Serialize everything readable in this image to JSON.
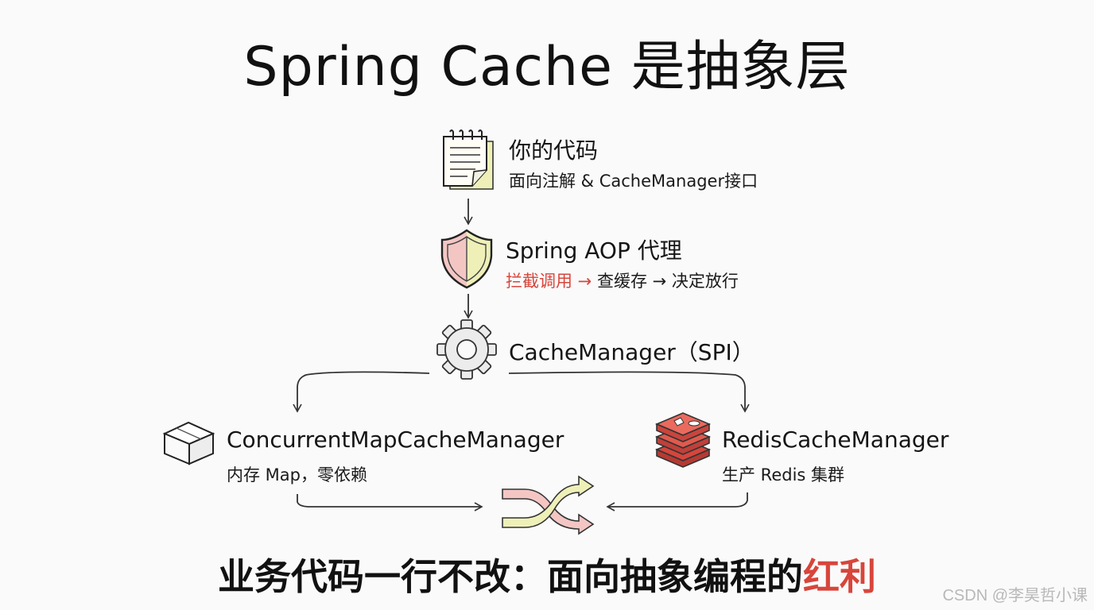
{
  "title": "Spring Cache 是抽象层",
  "nodes": {
    "code": {
      "title": "你的代码",
      "subtitle": "面向注解 & CacheManager接口"
    },
    "aop": {
      "title": "Spring AOP 代理",
      "sub_red": "拦截调用 →",
      "sub_rest": " 查缓存 → 决定放行"
    },
    "cache_manager": {
      "title": "CacheManager（SPI）"
    },
    "concurrent": {
      "title": "ConcurrentMapCacheManager",
      "subtitle": "内存 Map，零依赖"
    },
    "redis": {
      "title": "RedisCacheManager",
      "subtitle": "生产 Redis 集群"
    }
  },
  "bottom": {
    "main": "业务代码一行不改：面向抽象编程的",
    "highlight": "红利"
  },
  "watermark": "CSDN @李昊哲小课",
  "colors": {
    "accent_red": "#d8453b",
    "note_yellow": "#eef0b8",
    "shield_red": "#f3c6c4",
    "shield_yellow": "#eef0b8",
    "redis_red": "#e05a4e"
  }
}
